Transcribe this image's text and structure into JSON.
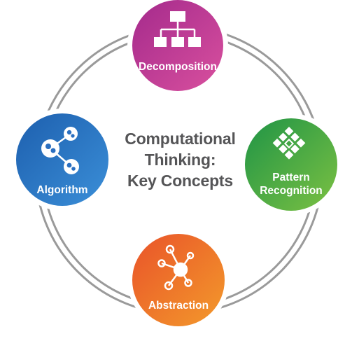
{
  "center": {
    "lines": [
      "Computational",
      "Thinking:",
      "Key Concepts"
    ]
  },
  "nodes": {
    "decomposition": {
      "label": [
        "Decomposition"
      ],
      "icon": "hierarchy-icon",
      "colors": [
        "#a42a8c",
        "#d9509e"
      ]
    },
    "pattern": {
      "label": [
        "Pattern",
        "Recognition"
      ],
      "icon": "pattern-icon",
      "colors": [
        "#1f9446",
        "#7cc142"
      ]
    },
    "abstraction": {
      "label": [
        "Abstraction"
      ],
      "icon": "network-icon",
      "colors": [
        "#e9532a",
        "#f39a2b"
      ]
    },
    "algorithm": {
      "label": [
        "Algorithm"
      ],
      "icon": "flow-icon",
      "colors": [
        "#1d5fae",
        "#3b8fd8"
      ]
    }
  },
  "ring_color": "#9a9a9a"
}
